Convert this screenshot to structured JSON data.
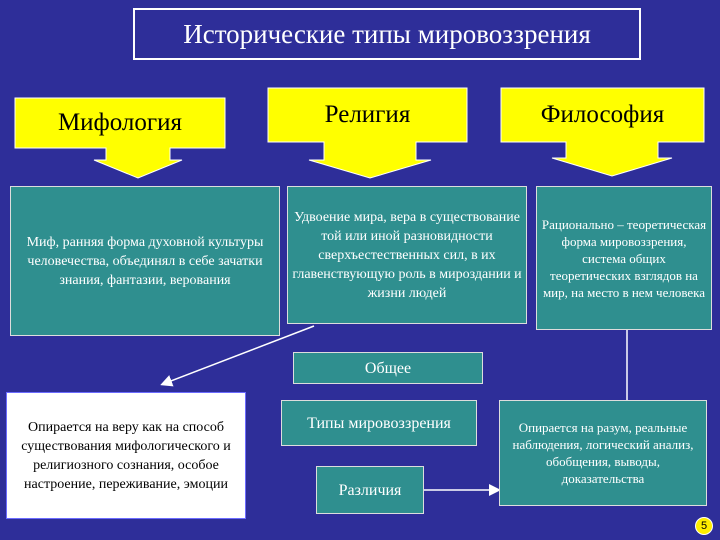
{
  "title": "Исторические типы мировоззрения",
  "types": {
    "mythology": "Мифология",
    "religion": "Религия",
    "philosophy": "Философия"
  },
  "descriptions": {
    "mythology": "Миф, ранняя форма духовной культуры человечества, объединял в себе зачатки знания, фантазии, верования",
    "religion": "Удвоение мира, вера в существование той или иной разновидности сверхъестественных сил, в их главенствующую роль в мироздании и жизни людей",
    "philosophy": "Рационально – теоретическая форма мировоззрения, система общих теоретических взглядов на мир, на место в нем человека"
  },
  "center": {
    "common": "Общее",
    "worldview_types": "Типы мировоззрения",
    "differences": "Различия"
  },
  "bottom": {
    "common_left": "Опирается на веру как на способ существования мифологического и религиозного сознания, особое настроение, переживание, эмоции",
    "reason_right": "Опирается на разум, реальные наблюдения, логический анализ, обобщения, выводы, доказательства"
  },
  "page_number": "5",
  "colors": {
    "background": "#2e2e99",
    "callout": "#ffff00",
    "teal": "#2f8f8f"
  }
}
